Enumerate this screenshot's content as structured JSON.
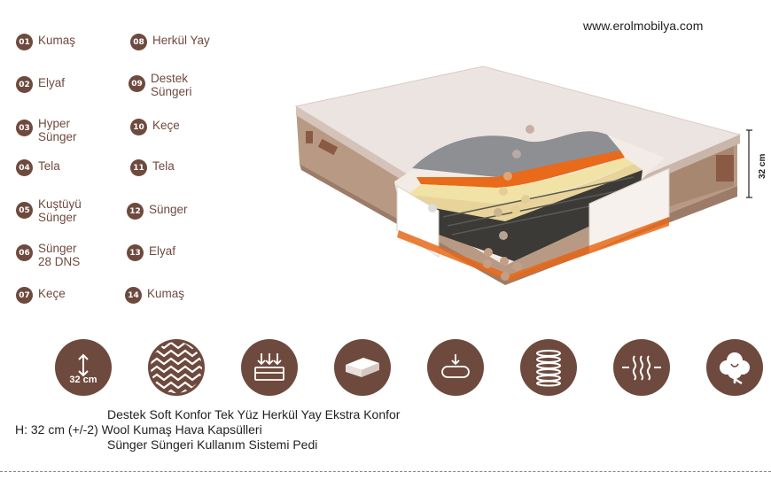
{
  "website": "www.erolmobilya.com",
  "legend": [
    {
      "num": "01",
      "label": "Kumaş"
    },
    {
      "num": "02",
      "label": "Elyaf"
    },
    {
      "num": "03",
      "label": "Hyper\nSünger"
    },
    {
      "num": "04",
      "label": "Tela"
    },
    {
      "num": "05",
      "label": "Kuştüyü\nSünger"
    },
    {
      "num": "06",
      "label": "Sünger\n28 DNS"
    },
    {
      "num": "07",
      "label": "Keçe"
    },
    {
      "num": "08",
      "label": "Herkül Yay"
    },
    {
      "num": "09",
      "label": "Destek\nSüngeri"
    },
    {
      "num": "10",
      "label": "Keçe"
    },
    {
      "num": "11",
      "label": "Tela"
    },
    {
      "num": "12",
      "label": "Sünger"
    },
    {
      "num": "13",
      "label": "Elyaf"
    },
    {
      "num": "14",
      "label": "Kumaş"
    }
  ],
  "dimension": "32 cm",
  "features": [
    {
      "icon": "height-arrows-icon",
      "label": "32 cm"
    },
    {
      "icon": "wool-pattern-icon"
    },
    {
      "icon": "air-capsule-icon"
    },
    {
      "icon": "foam-block-icon"
    },
    {
      "icon": "support-foam-icon"
    },
    {
      "icon": "spring-icon"
    },
    {
      "icon": "breathable-icon"
    },
    {
      "icon": "cotton-icon"
    }
  ],
  "description": {
    "line1": "Destek Soft Konfor Tek Yüz Herkül Yay Ekstra Konfor",
    "line2": "H: 32 cm (+/-2) Wool Kumaş Hava Kapsülleri",
    "line3": "Sünger Süngeri Kullanım Sistemi Pedi"
  },
  "colors": {
    "brand": "#6e4a3e"
  }
}
